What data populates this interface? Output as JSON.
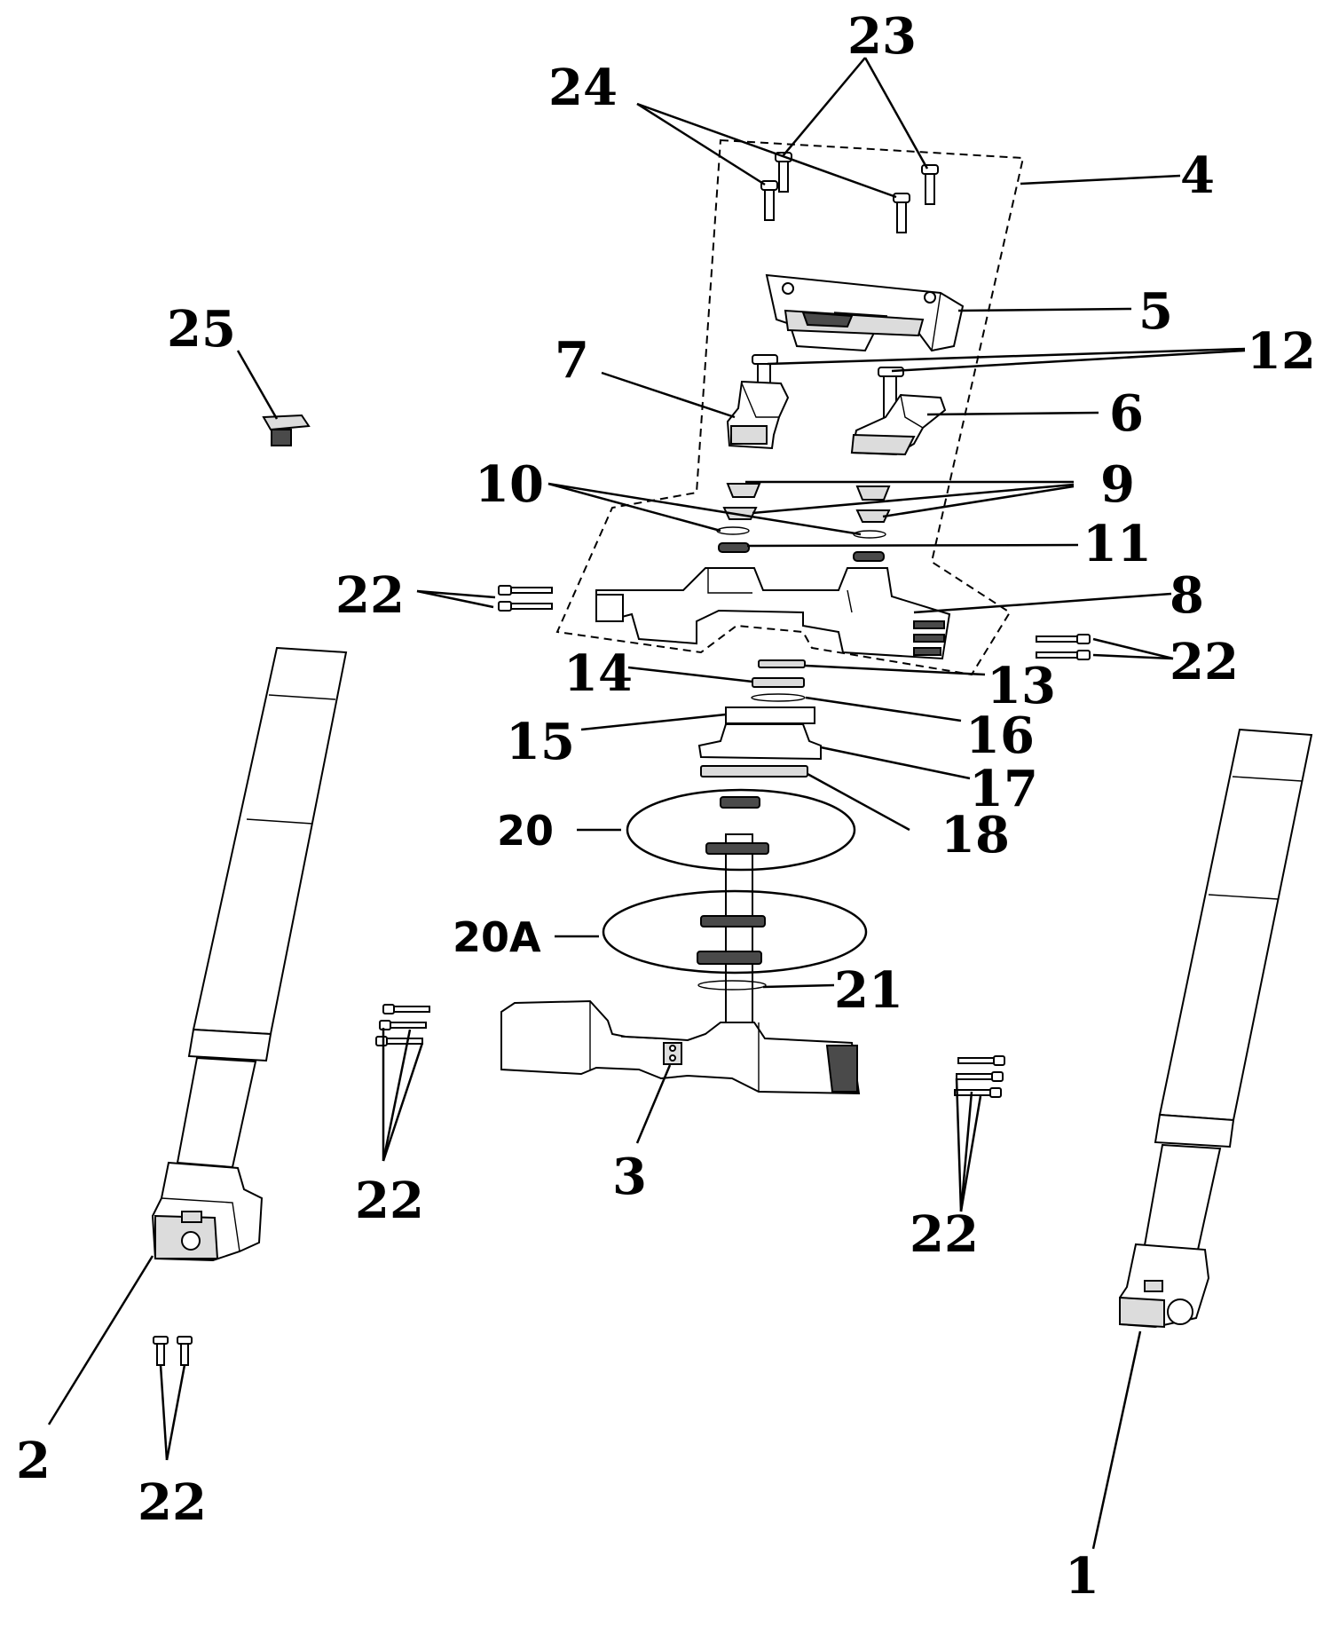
{
  "figure": {
    "part_labels": {
      "p1": "1",
      "p2": "2",
      "p3": "3",
      "p4": "4",
      "p5": "5",
      "p6": "6",
      "p7": "7",
      "p8": "8",
      "p9": "9",
      "p10": "10",
      "p11": "11",
      "p12": "12",
      "p13": "13",
      "p14": "14",
      "p15": "15",
      "p16": "16",
      "p17": "17",
      "p18": "18",
      "p20": "20",
      "p20a": "20A",
      "p21": "21",
      "p23": "23",
      "p24": "24",
      "p25": "25",
      "p22": "22"
    }
  }
}
